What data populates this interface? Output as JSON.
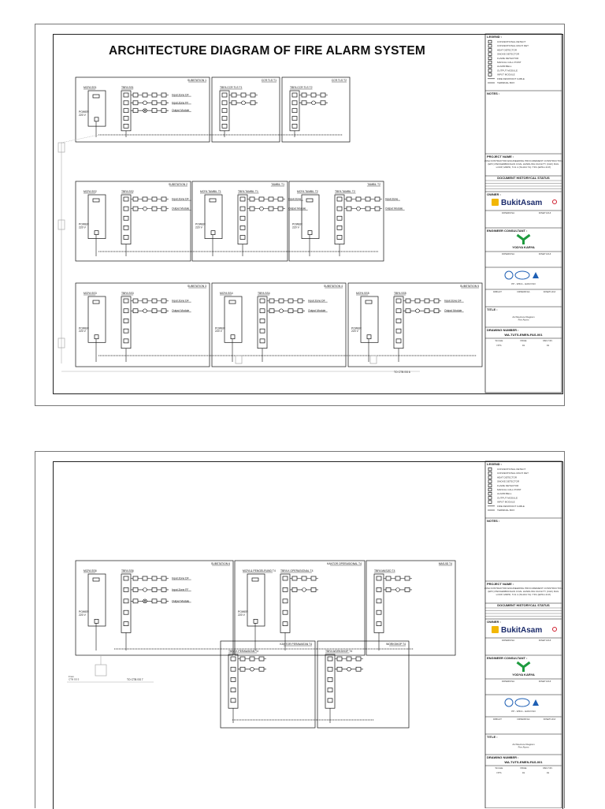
{
  "sheet1": {
    "title": "ARCHITECTURE DIAGRAM OF FIRE ALARM SYSTEM",
    "panels": [
      {
        "name": "SUBSTATION 1",
        "mcfa": "MCFA SS1",
        "tbfa": "TBFA SS1",
        "outputs": [
          "Input Zone DF",
          "Input Zone FF",
          "Output Module"
        ],
        "power": "POWER\n220 V"
      },
      {
        "name": "CCR TLS T1",
        "tbfa": "TBFA CCR TLS T1"
      },
      {
        "name": "CCR TLS T2",
        "tbfa": "TBFA CCR TLS T2"
      },
      {
        "name": "SUBSTATION 2",
        "mcfa": "MCFA SS2",
        "tbfa": "TBFA SS2",
        "outputs": [
          "Input Zone DF",
          "Output Module"
        ],
        "power": "POWER\n220 V"
      },
      {
        "name": "TAMBIL T1",
        "mcfa": "MCFA TAMBIL T1",
        "tbfa": "TBFA TAMBIL T1",
        "outputs": [
          "Input Zone",
          "Output Module"
        ],
        "power": "POWER\n220 V"
      },
      {
        "name": "TAMBIL T2",
        "mcfa": "MCFA TAMBIL T2",
        "tbfa": "TBFA TAMBIL T2",
        "outputs": [
          "Input Zone",
          "Output Module"
        ],
        "power": "POWER\n220 V"
      },
      {
        "name": "SUBSTATION 3",
        "mcfa": "MCFA SS3",
        "tbfa": "TBFA SS3",
        "outputs": [
          "Input Zone DF",
          "Output Module"
        ],
        "power": "POWER\n220 V"
      },
      {
        "name": "SUBSTATION 4",
        "mcfa": "MCFA SS4",
        "tbfa": "TBFA SS4",
        "outputs": [
          "Input Zone DF",
          "Output Module"
        ],
        "power": "POWER\n220 V"
      },
      {
        "name": "SUBSTATION 5",
        "mcfa": "MCFA SS5",
        "tbfa": "TBFA SS5",
        "outputs": [
          "Input Zone DF",
          "Output Module"
        ],
        "power": "POWER\n220 V"
      }
    ],
    "to_label": "TO CTB SS 6"
  },
  "sheet2": {
    "panels": [
      {
        "name": "SUBSTATION 6",
        "mcfa": "MCFA SS6",
        "tbfa": "TBFA SS6",
        "outputs": [
          "Input Zone DF",
          "Input Zone FF",
          "Output Module"
        ],
        "power": "POWER\n220 V"
      },
      {
        "name": "KANTOR OPERASIONAL T4",
        "mcfa": "MCFA & PENGELRUND T4",
        "tbfa": "TBFA K OPERASIONAL T4",
        "power": "POWER\n220 V"
      },
      {
        "name": "MASJID T4",
        "tbfa": "TBFA MASJID T4"
      },
      {
        "name": "KANTOR PERAWATAN T4",
        "tbfa": "TBFA K PERAWATAN T4"
      },
      {
        "name": "WORKSHOP T4",
        "tbfa": "TBFA WORKSHOP T4"
      }
    ],
    "from_label": "From\nCTB SS 5",
    "to_label": "TO CTB SS 7"
  },
  "titleblock": {
    "legend": "LEGEND :",
    "legend_items": [
      "CONVENTIONAL DETECT",
      "CONVENTIONAL MULTI DET",
      "HEAT DETECTOR",
      "SMOKE DETECTOR",
      "FLAME DETECTOR",
      "MANUAL CALL POINT",
      "ALARM BELL",
      "OUTPUT MODULE",
      "INPUT MODULE",
      "FIRE RESISTANT CABLE",
      "TERMINAL BOX"
    ],
    "notes": "NOTES :",
    "project_name": "PROJECT NAME :",
    "project_desc": "JASA KONTRAKTOR ENGINEERING PROCUREMENT CONSTRUCTION (EPC) PENGEMBANGAN COAL HANDLING FACILITY (CHF) RAIL LOOP, MRPD, TLS 4 (TAJAN T4) 7.5% (EPFH 4/47)",
    "doc_history": "DOCUMENT HISTORYCAL STATUS",
    "owner": "OWNER :",
    "owner_logo": "BukitAsam",
    "diperiksa": "DIPERIKSA",
    "disetujui": "DISETUJUI",
    "engineer_consultant": "ENGINEER CONSULTANT :",
    "consultant_logo": "YODYA KARYA",
    "kso": "PP - WIKA - HAM KSO",
    "dibuat": "DIBUAT",
    "title_label": "TITLE :",
    "title_value": "Architecture Diagram\nFire Alarm",
    "drawing_number_label": "DRAWING NUMBER :",
    "drawing_number": "WA-TUTS-EMEN-FAS-001",
    "scale_label": "SCALE",
    "page_label": "PAGE",
    "rev_label": "REV NO.",
    "scale_value": "NTS",
    "page_value": "01",
    "rev_value": "01"
  }
}
